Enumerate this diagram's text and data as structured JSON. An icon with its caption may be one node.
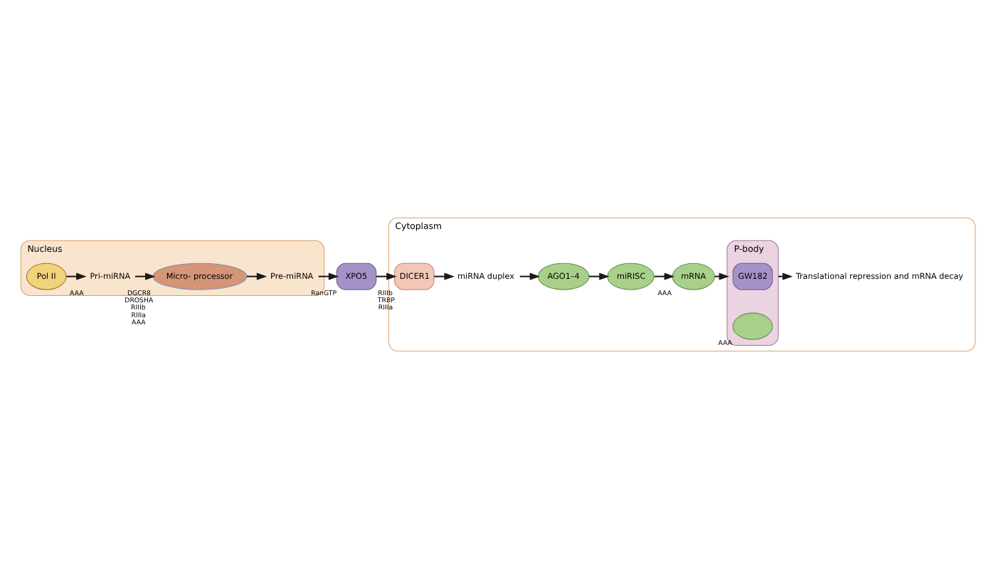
{
  "diagram": {
    "nodes": [
      {
        "text": [
          "Nucleus"
        ]
      },
      {
        "text": [
          "Pol II"
        ],
        "in": 0
      },
      {
        "text": [
          "Pri-miRNA"
        ],
        "beside": [
          "AAA"
        ],
        "in": 0
      },
      {
        "text": [
          "Micro- processor"
        ],
        "beside": [
          "DGCR8",
          "DROSHA",
          "RIIIb",
          "RIIIa",
          "AAA"
        ],
        "in": 0
      },
      {
        "text": [
          "Pre-miRNA"
        ],
        "in": 0
      },
      {
        "text": [
          "XPO5"
        ],
        "beside": [
          "RanGTP"
        ]
      },
      {
        "text": [
          "Cytoplasm"
        ]
      },
      {
        "text": [
          "DICER1"
        ],
        "beside": [
          "RIIIb",
          "TRBP",
          "RIIIa"
        ],
        "in": 6
      },
      {
        "text": [
          "miRNA duplex"
        ],
        "in": 6
      },
      {
        "text": [
          "AGO1–4"
        ],
        "in": 6
      },
      {
        "text": [
          "miRISC"
        ],
        "in": 6
      },
      {
        "text": [
          "mRNA"
        ],
        "beside": [
          "AAA"
        ],
        "in": 6
      },
      {
        "text": [
          "P-body"
        ],
        "in": 6
      },
      {
        "text": [
          "GW182"
        ],
        "in": 12
      },
      {
        "text": [],
        "shape": "ellipse",
        "beside": [
          "AAA"
        ],
        "in": 12
      },
      {
        "text": [
          "Translational repression and mRNA decay"
        ],
        "in": 6
      }
    ],
    "edges": [
      {
        "from": 1,
        "to": 2,
        "arrow": "to"
      },
      {
        "from": 2,
        "to": 3,
        "arrow": "to"
      },
      {
        "from": 3,
        "to": 4,
        "arrow": "to"
      },
      {
        "from": 4,
        "to": 5,
        "arrow": "to"
      },
      {
        "from": 5,
        "to": 7,
        "arrow": "to"
      },
      {
        "from": 7,
        "to": 8,
        "arrow": "to"
      },
      {
        "from": 8,
        "to": 9,
        "arrow": "to"
      },
      {
        "from": 9,
        "to": 10,
        "arrow": "to"
      },
      {
        "from": 10,
        "to": 11,
        "arrow": "to"
      },
      {
        "from": 11,
        "to": 12,
        "arrow": "to"
      },
      {
        "from": 12,
        "to": 15,
        "arrow": "to"
      }
    ]
  }
}
